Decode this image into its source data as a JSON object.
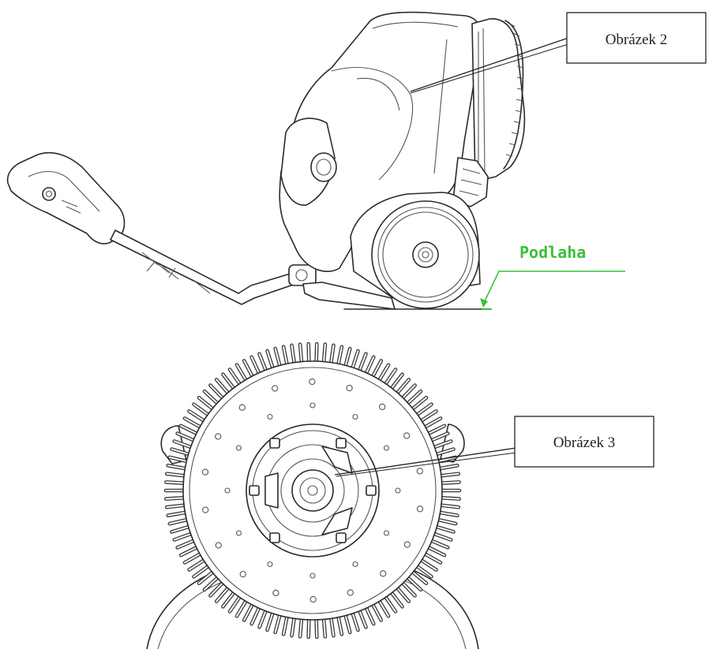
{
  "callouts": {
    "figure2": "Obrázek 2",
    "figure3": "Obrázek 3"
  },
  "floor": {
    "label": "Podlaha"
  },
  "colors": {
    "line": "#2a2a2a",
    "floor_accent": "#3bbf3b",
    "background": "#ffffff"
  }
}
